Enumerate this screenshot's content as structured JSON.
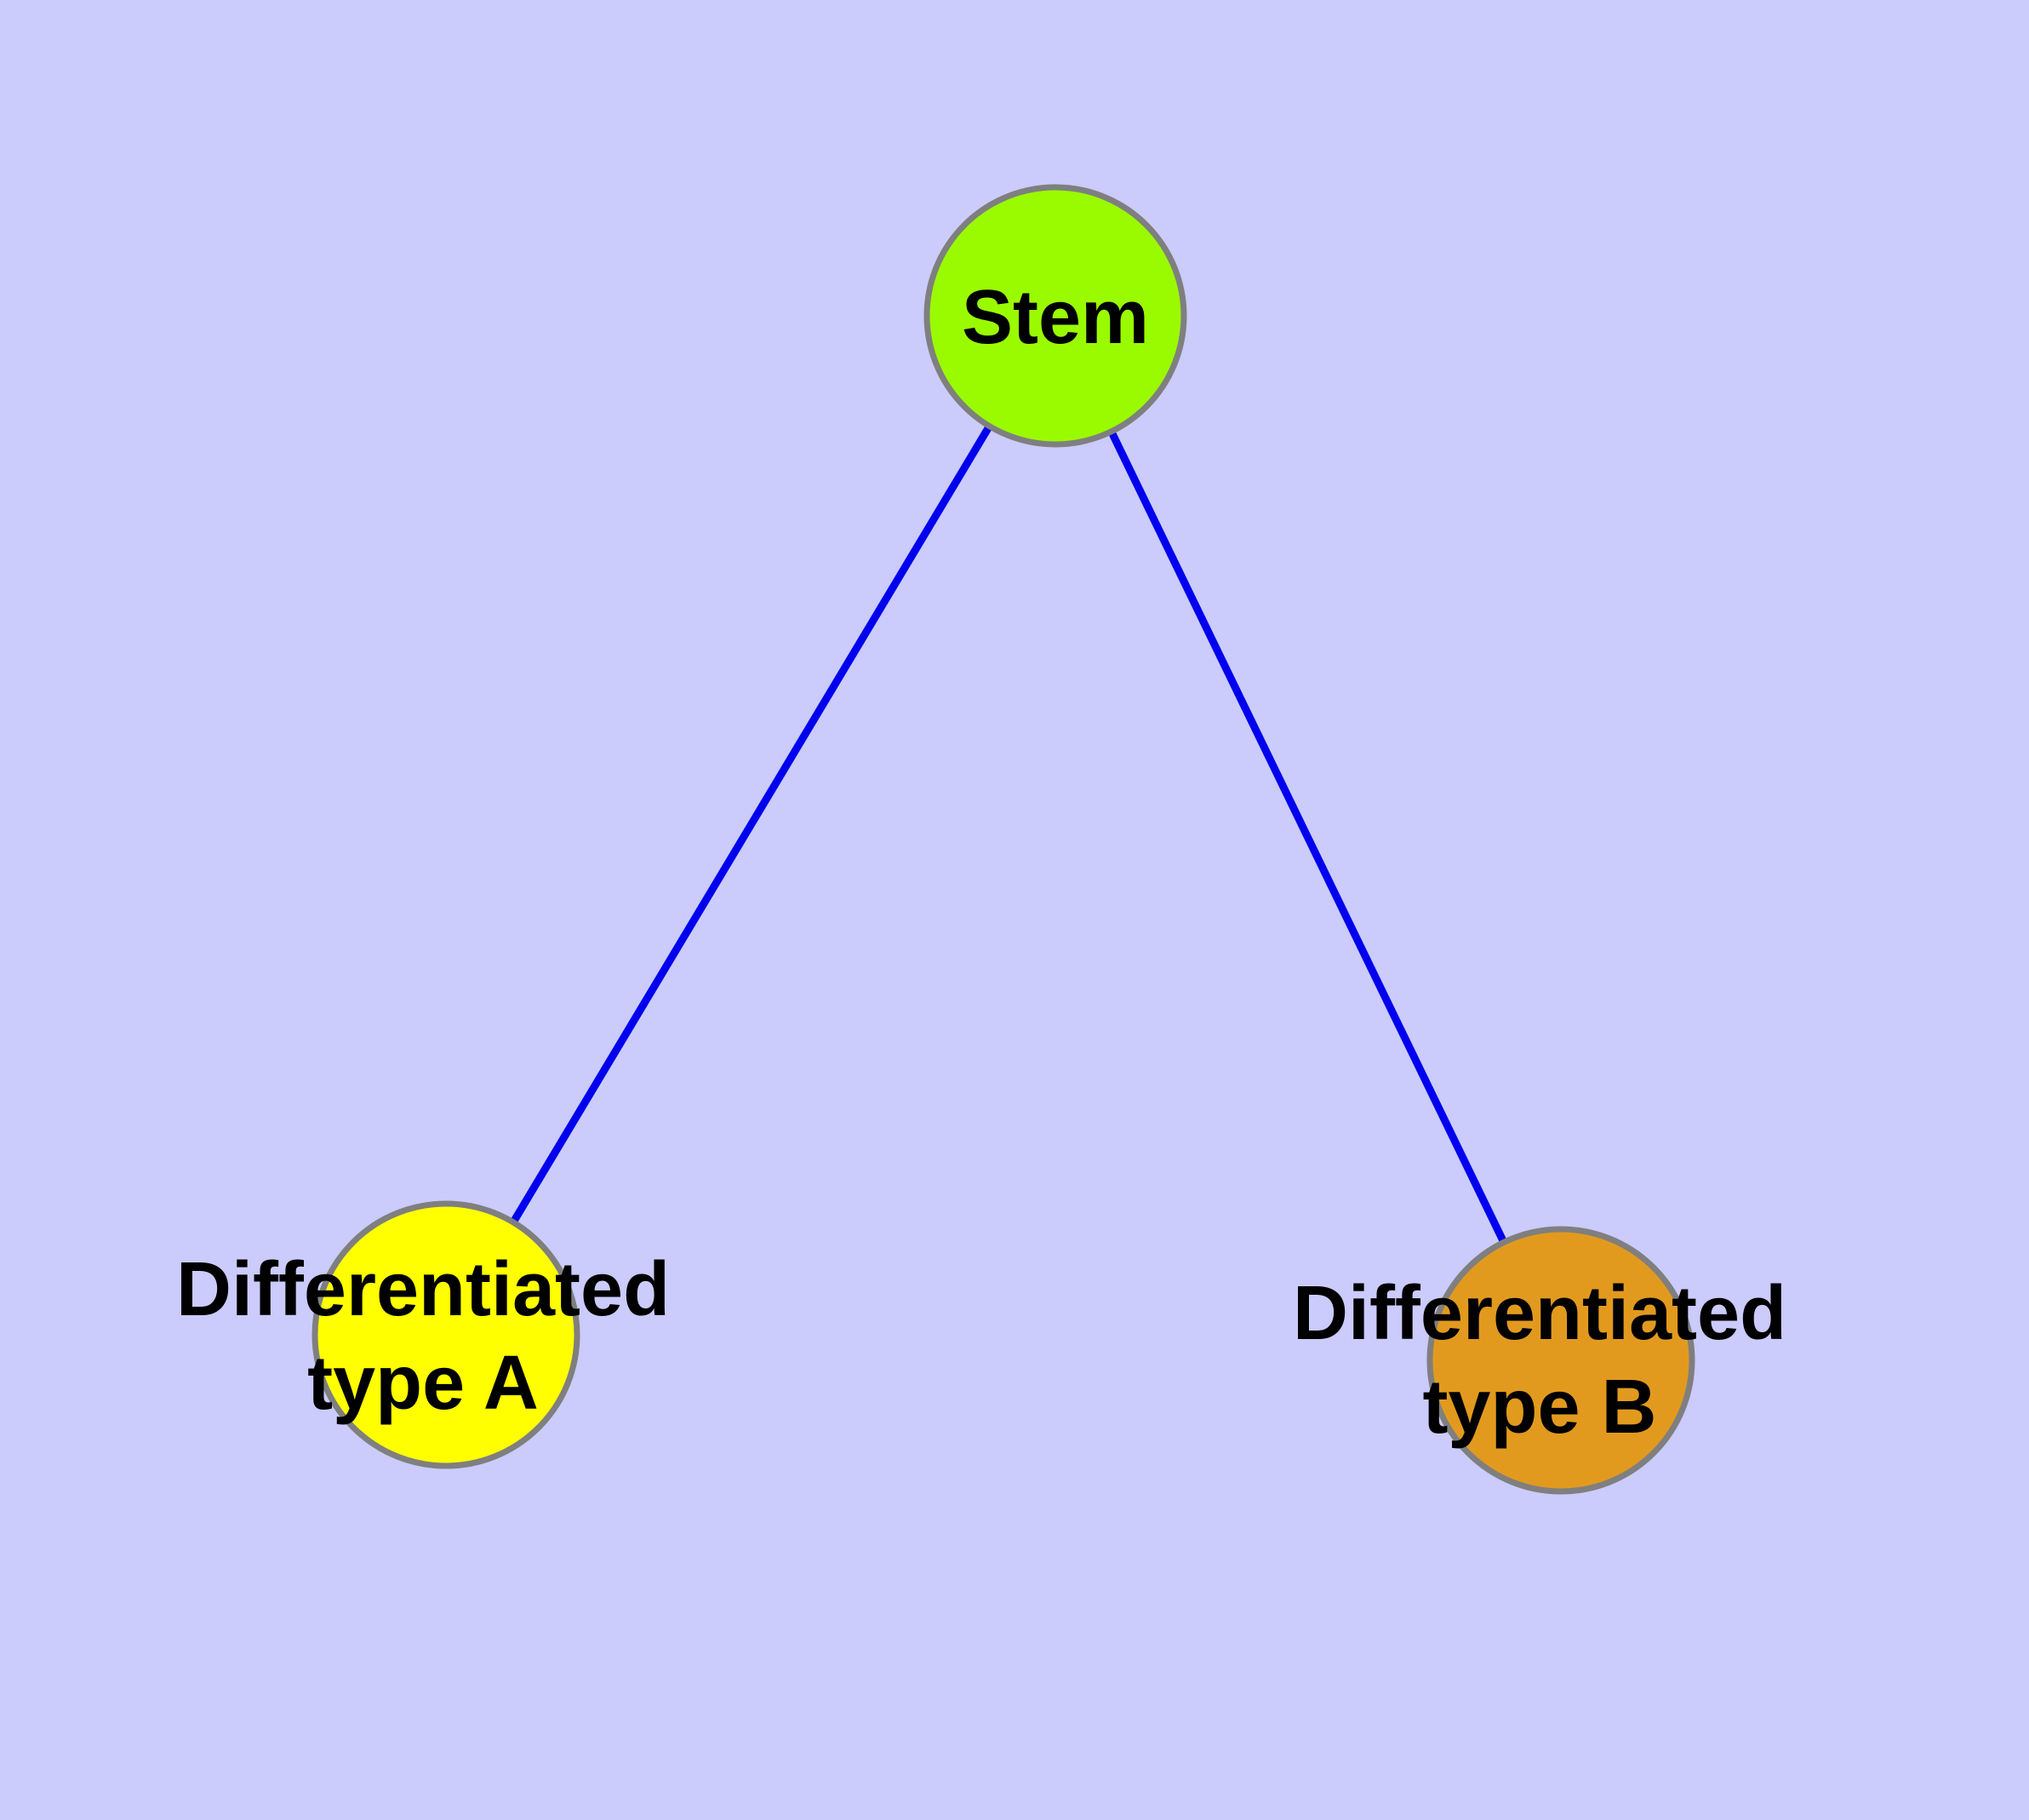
{
  "diagram": {
    "background_color": "#cbcbfc",
    "edge_color": "#0000ee",
    "node_border_color": "#7f7f7f",
    "text_color": "#000000",
    "nodes": [
      {
        "id": "stem",
        "label": "Stem",
        "fill": "#9afb00"
      },
      {
        "id": "differentiated-type-a",
        "label_line1": "Differentiated",
        "label_line2": "type A",
        "fill": "#ffff00"
      },
      {
        "id": "differentiated-type-b",
        "label_line1": "Differentiated",
        "label_line2": "type B",
        "fill": "#e29a1e"
      }
    ],
    "edges": [
      {
        "from": "Stem",
        "to": "Differentiated type A"
      },
      {
        "from": "Stem",
        "to": "Differentiated type B"
      }
    ]
  }
}
